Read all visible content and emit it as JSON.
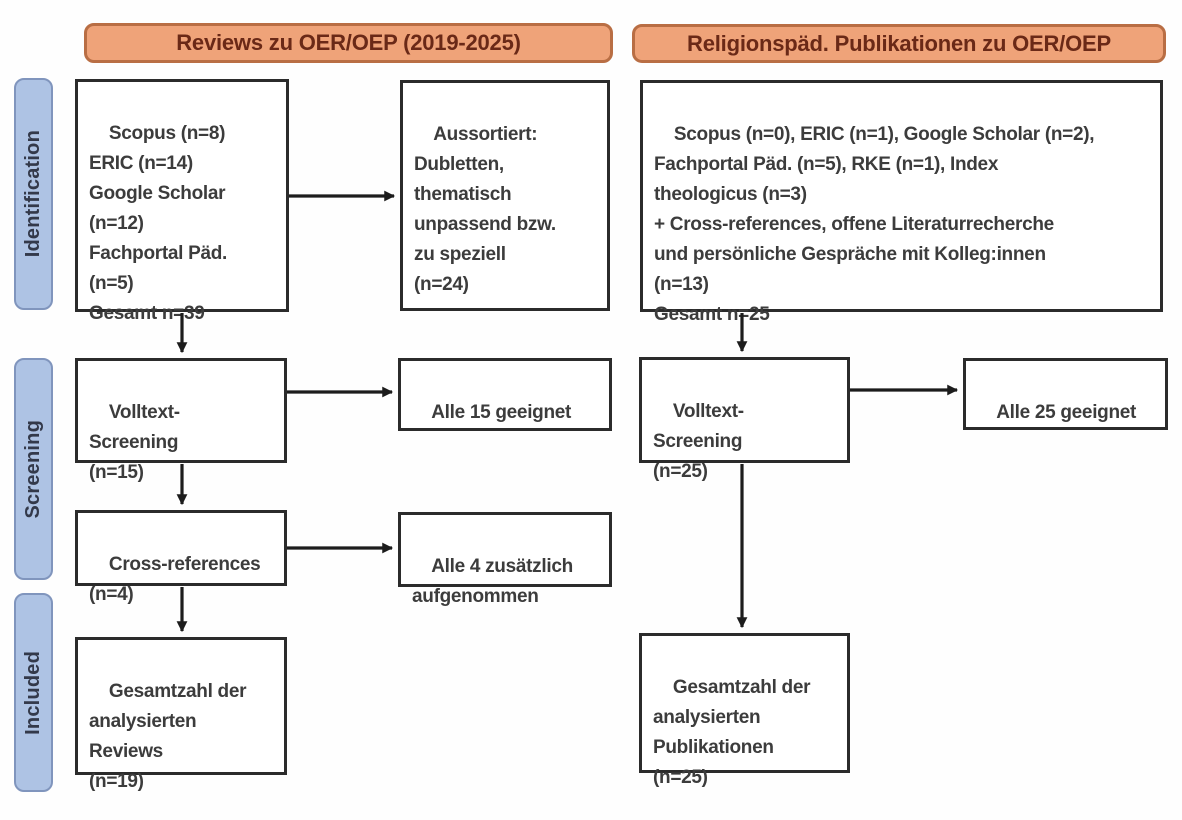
{
  "headers": {
    "left": "Reviews zu OER/OEP (2019-2025)",
    "right": "Religionspäd. Publikationen zu OER/OEP"
  },
  "phases": {
    "identification": "Identification",
    "screening": "Screening",
    "included": "Included"
  },
  "reviews": {
    "sources": "Scopus (n=8)\nERIC (n=14)\nGoogle Scholar\n(n=12)\nFachportal Päd.\n(n=5)\nGesamt n=39",
    "excluded": "Aussortiert:\nDubletten,\nthematisch\nunpassend bzw.\nzu speziell\n(n=24)",
    "fulltext_screening": "Volltext-\nScreening\n(n=15)",
    "fulltext_result": "Alle 15 geeignet",
    "cross_references": "Cross-references\n(n=4)",
    "cross_references_result": "Alle 4 zusätzlich\naufgenommen",
    "included_total": "Gesamtzahl der\nanalysierten\nReviews\n(n=19)"
  },
  "religionspaed": {
    "sources": "Scopus (n=0), ERIC (n=1), Google Scholar (n=2),\nFachportal Päd. (n=5), RKE (n=1), Index\ntheologicus (n=3)\n+ Cross-references, offene Literaturrecherche\nund persönliche Gespräche mit Kolleg:innen\n(n=13)\nGesamt n=25",
    "fulltext_screening": "Volltext-\nScreening\n(n=25)",
    "fulltext_result": "Alle 25 geeignet",
    "included_total": "Gesamtzahl der\nanalysierten\nPublikationen\n(n=25)"
  },
  "colors": {
    "header_fill": "#efa379",
    "header_border": "#b96e44",
    "header_text": "#6a2917",
    "phase_fill": "#aec3e4",
    "phase_border": "#8095bd",
    "phase_text": "#33394a",
    "box_border": "#2b2b2b",
    "box_text": "#3c3c3c",
    "arrow": "#1c1c1c"
  }
}
